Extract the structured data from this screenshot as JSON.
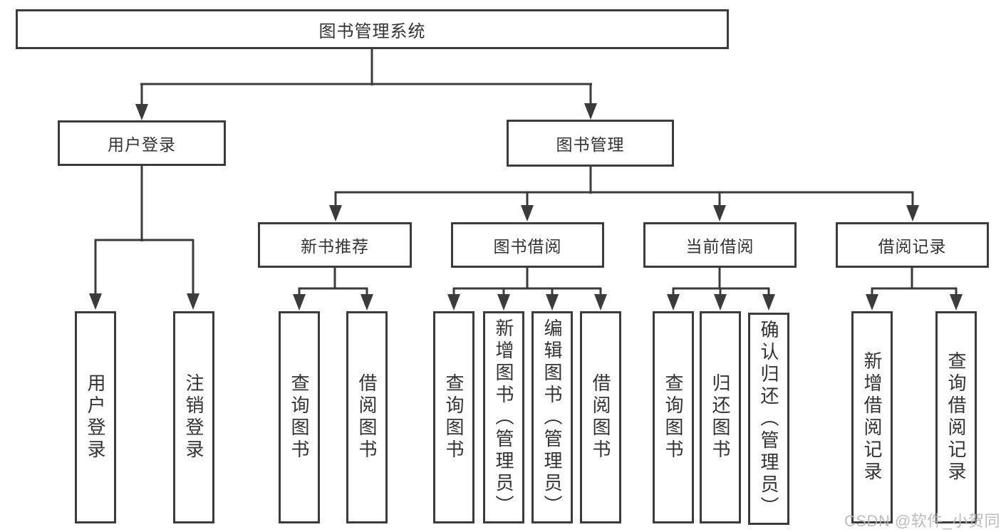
{
  "watermark": "CSDN @软件_小贺同学",
  "colors": {
    "line": "#3b3b3b",
    "text": "#333333",
    "background": "#ffffff",
    "watermark": "#b5b5b5"
  },
  "tree": {
    "root": {
      "label": "图书管理系统"
    },
    "branches": [
      {
        "label": "用户登录",
        "children": [
          {
            "label": "用户登录"
          },
          {
            "label": "注销登录"
          }
        ]
      },
      {
        "label": "图书管理",
        "children": [
          {
            "label": "新书推荐",
            "children": [
              {
                "label": "查询图书"
              },
              {
                "label": "借阅图书"
              }
            ]
          },
          {
            "label": "图书借阅",
            "children": [
              {
                "label": "查询图书"
              },
              {
                "label": "新增图书（管理员）"
              },
              {
                "label": "编辑图书（管理员）"
              },
              {
                "label": "借阅图书"
              }
            ]
          },
          {
            "label": "当前借阅",
            "children": [
              {
                "label": "查询图书"
              },
              {
                "label": "归还图书"
              },
              {
                "label": "确认归还（管理员）"
              }
            ]
          },
          {
            "label": "借阅记录",
            "children": [
              {
                "label": "新增借阅记录"
              },
              {
                "label": "查询借阅记录"
              }
            ]
          }
        ]
      }
    ]
  }
}
